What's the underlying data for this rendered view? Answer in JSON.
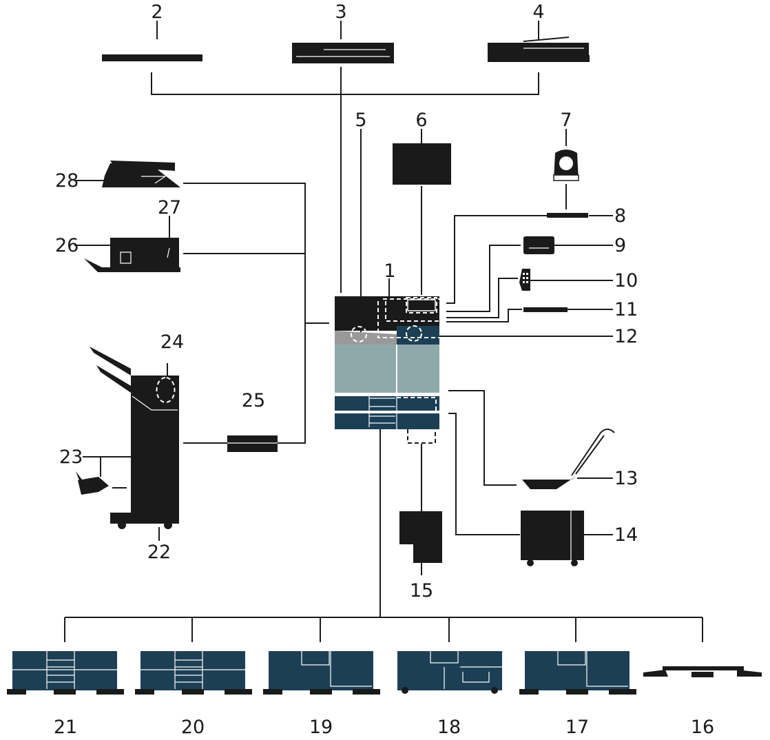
{
  "labels": {
    "l1": "1",
    "l2": "2",
    "l3": "3",
    "l4": "4",
    "l5": "5",
    "l6": "6",
    "l7": "7",
    "l8": "8",
    "l9": "9",
    "l10": "10",
    "l11": "11",
    "l12": "12",
    "l13": "13",
    "l14": "14",
    "l15": "15",
    "l16": "16",
    "l17": "17",
    "l18": "18",
    "l19": "19",
    "l20": "20",
    "l21": "21",
    "l22": "22",
    "l23": "23",
    "l24": "24",
    "l25": "25",
    "l26": "26",
    "l27": "27",
    "l28": "28"
  },
  "colors": {
    "line": "#1a1a1a",
    "device_dark": "#1a1a1a",
    "cabinet_navy": "#1c3f55",
    "panel_teal": "#8fa9ab"
  }
}
